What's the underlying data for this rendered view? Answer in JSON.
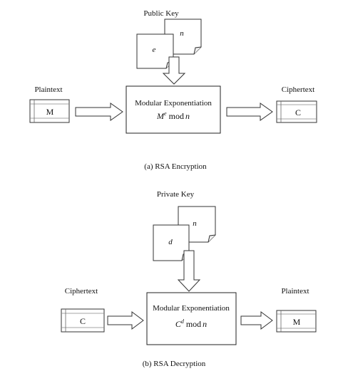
{
  "encryption": {
    "key_label": "Public Key",
    "key_doc_front": "e",
    "key_doc_back": "n",
    "input_label": "Plaintext",
    "input_symbol": "M",
    "process_title": "Modular Exponentiation",
    "formula_base": "M",
    "formula_exp": "e",
    "formula_rest": "mod",
    "formula_mod": "n",
    "output_label": "Ciphertext",
    "output_symbol": "C",
    "caption": "(a) RSA Encryption"
  },
  "decryption": {
    "key_label": "Private Key",
    "key_doc_front": "d",
    "key_doc_back": "n",
    "input_label": "Ciphertext",
    "input_symbol": "C",
    "process_title": "Modular Exponentiation",
    "formula_base": "C",
    "formula_exp": "d",
    "formula_rest": "mod",
    "formula_mod": "n",
    "output_label": "Plaintext",
    "output_symbol": "M",
    "caption": "(b) RSA Decryption"
  }
}
